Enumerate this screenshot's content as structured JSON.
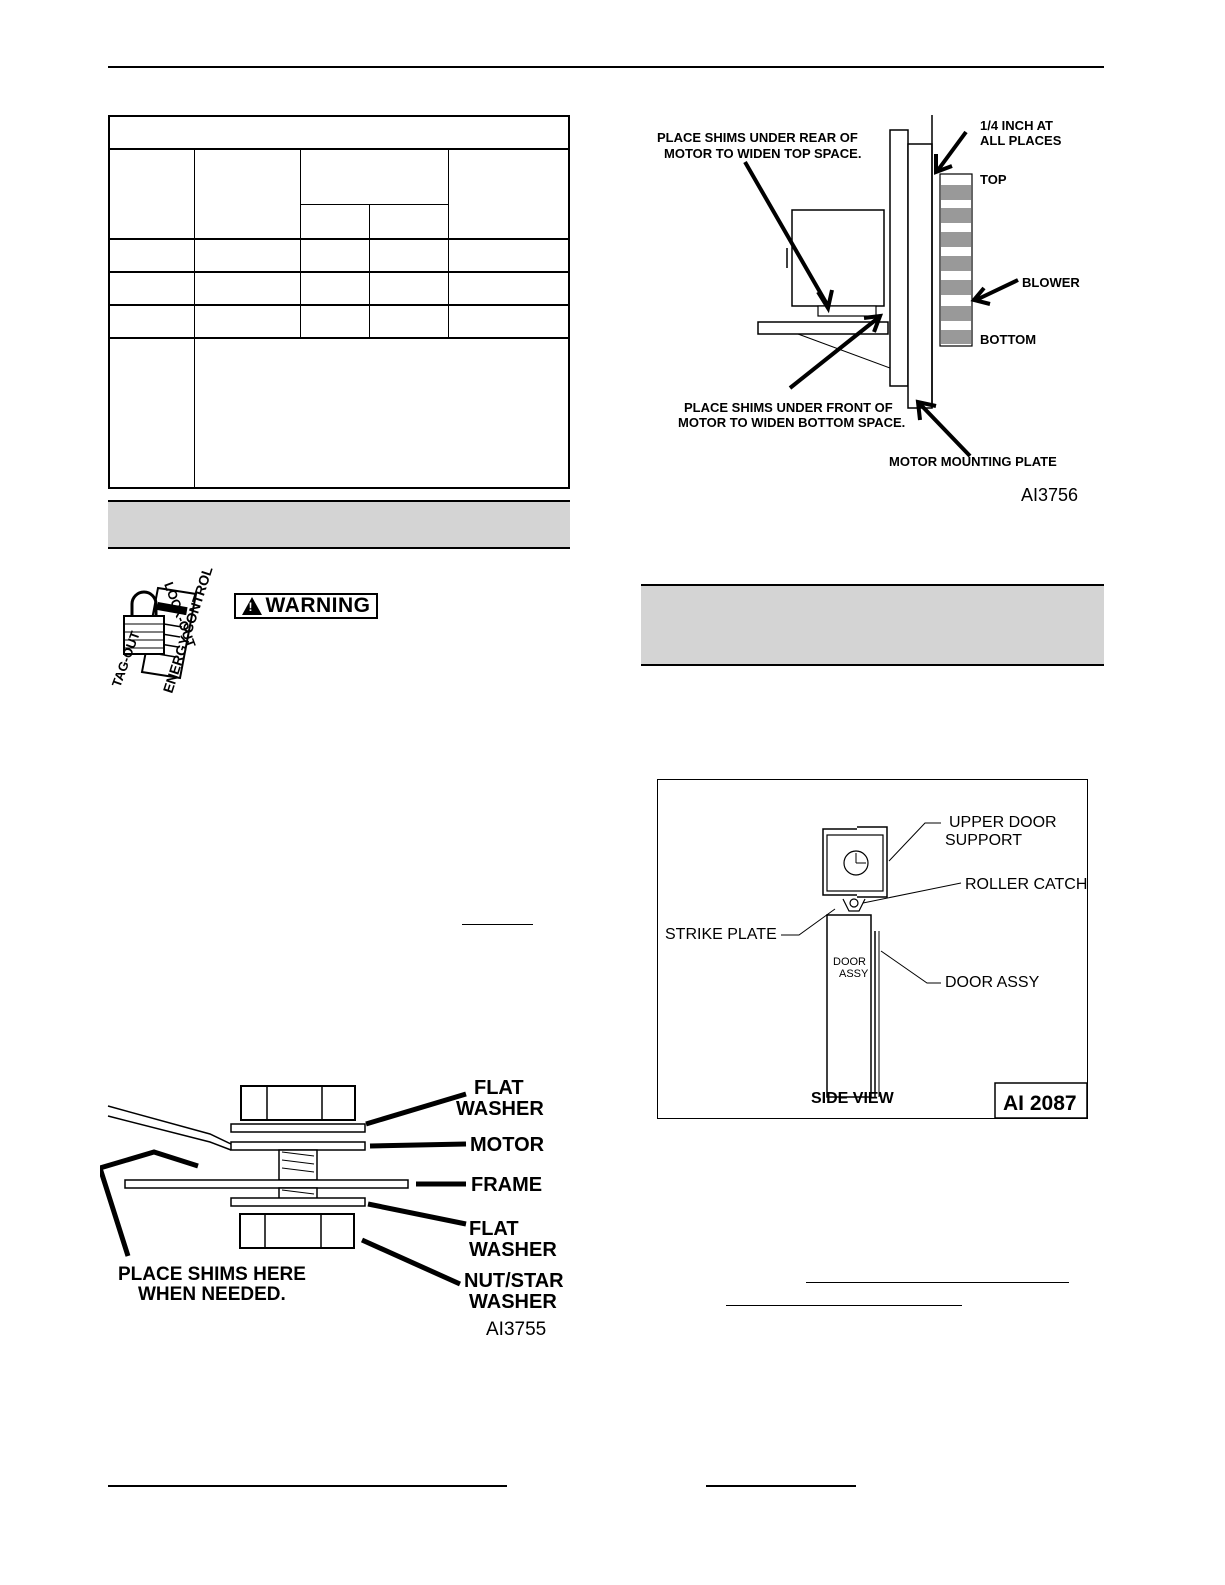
{
  "warning_label": "WARNING",
  "lockout_graphic": {
    "lock_out": "LOCK-OUT",
    "tag_out": "TAG-OUT",
    "energy_control": "ENERGY CONTROL"
  },
  "fig_shims_motor": {
    "id": "AI3756",
    "rear_shims_line1": "PLACE SHIMS UNDER REAR OF",
    "rear_shims_line2": "MOTOR TO WIDEN TOP SPACE.",
    "gap_line1": "1/4 INCH AT",
    "gap_line2": "ALL PLACES",
    "top": "TOP",
    "blower": "BLOWER",
    "bottom": "BOTTOM",
    "front_shims_line1": "PLACE SHIMS UNDER FRONT OF",
    "front_shims_line2": "MOTOR TO WIDEN BOTTOM SPACE.",
    "mounting_plate": "MOTOR MOUNTING PLATE"
  },
  "fig_washer_stack": {
    "id": "AI3755",
    "flat_washer_top_line1": "FLAT",
    "flat_washer_top_line2": "WASHER",
    "motor": "MOTOR",
    "frame": "FRAME",
    "flat_washer_bottom_line1": "FLAT",
    "flat_washer_bottom_line2": "WASHER",
    "nut_line1": "NUT/STAR",
    "nut_line2": "WASHER",
    "shims_line1": "PLACE  SHIMS  HERE",
    "shims_line2": "WHEN  NEEDED."
  },
  "fig_door": {
    "id": "AI 2087",
    "upper_support_line1": "UPPER DOOR",
    "upper_support_line2": "SUPPORT",
    "roller_catch": "ROLLER CATCH",
    "strike_plate": "STRIKE PLATE",
    "door_assy_inner_line1": "DOOR",
    "door_assy_inner_line2": "ASSY",
    "door_assy": "DOOR ASSY",
    "side_view": "SIDE VIEW"
  }
}
